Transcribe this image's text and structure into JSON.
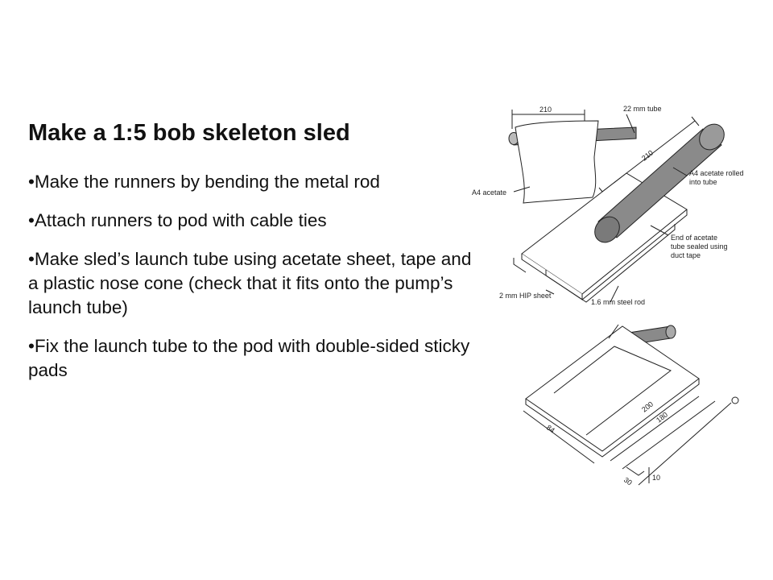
{
  "slide": {
    "title": "Make a 1:5 bob skeleton sled",
    "bullets": [
      "•Make the runners by bending the metal rod",
      "•Attach runners to pod with cable ties",
      "•Make sled’s launch tube using acetate sheet, tape and a plastic nose cone (check that it fits onto the pump’s launch tube)",
      "•Fix the launch tube to the pod with double-sided sticky pads"
    ]
  },
  "diagram": {
    "labels": {
      "dim_210_top": "210",
      "tube_22mm": "22 mm tube",
      "dim_210_diag": "210",
      "a4_acetate": "A4 acetate",
      "acetate_rolled_1": "A4 acetate rolled",
      "acetate_rolled_2": "into tube",
      "end_sealed_1": "End of acetate",
      "end_sealed_2": "tube sealed using",
      "end_sealed_3": "duct tape",
      "hip_sheet": "2 mm HIP sheet",
      "steel_rod": "1.6 mm steel rod",
      "dim_84": "84",
      "dim_200": "200",
      "dim_180": "180",
      "dim_30": "30",
      "dim_10": "10"
    },
    "colors": {
      "tube_fill": "#8a8a8a",
      "line": "#222222"
    }
  }
}
